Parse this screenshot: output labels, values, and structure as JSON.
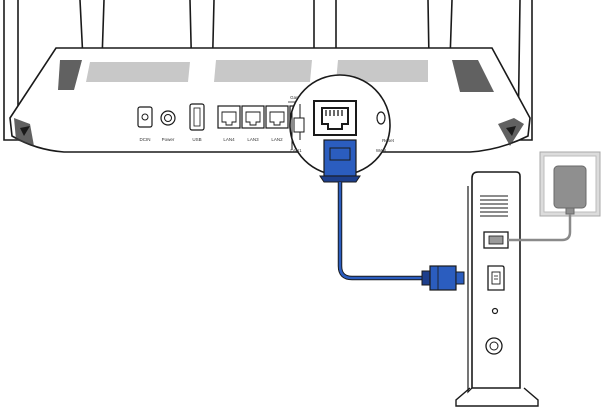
{
  "router": {
    "port_labels": {
      "dc_in": "DCIN",
      "power": "Power",
      "usb": "USB",
      "lan4": "LAN4",
      "lan3": "LAN3",
      "lan2": "LAN2",
      "lan1": "LAN1",
      "wan": "WAN",
      "gaming_port": "Gaming",
      "reset": "Reset"
    }
  },
  "colors": {
    "cable": "#2b5dbf",
    "cable_dark": "#1d3f8c",
    "line": "#1a1a1a",
    "wall_outlet": "#dcdcdc"
  },
  "icons": {
    "modem_ethernet_port": "ethernet-port-icon",
    "modem_phone_port": "phone-port-icon",
    "modem_power_button": "power-button-icon"
  }
}
